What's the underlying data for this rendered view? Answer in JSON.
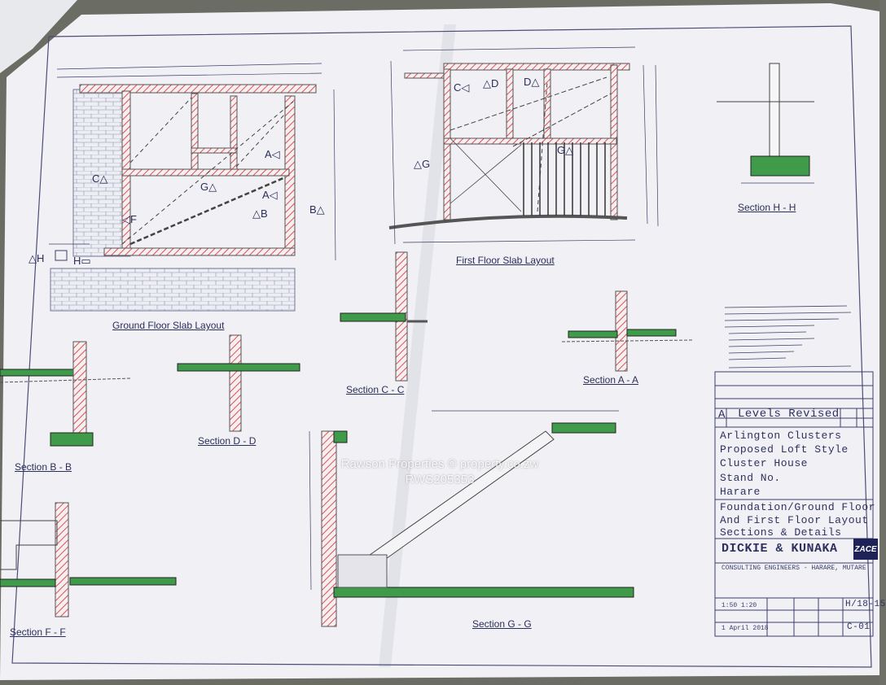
{
  "drawing": {
    "layouts": {
      "ground_floor": "Ground Floor Slab Layout",
      "first_floor": "First Floor Slab Layout",
      "section_hh": "Section H - H"
    },
    "sections": {
      "b": "Section B - B",
      "d": "Section D - D",
      "c": "Section C - C",
      "a": "Section A - A",
      "f": "Section F - F",
      "g": "Section G - G"
    },
    "marks": {
      "A": "A",
      "B": "B",
      "C": "C",
      "D": "D",
      "F": "F",
      "G": "G",
      "H": "H"
    }
  },
  "title_block": {
    "revision_letter": "A",
    "revision_text": "Levels Revised",
    "project_lines": [
      "Arlington Clusters",
      "Proposed Loft Style",
      "Cluster House",
      "Stand No.",
      "Harare"
    ],
    "title_lines": [
      "Foundation/Ground Floor",
      "And First Floor Layout",
      "Sections & Details"
    ],
    "firm": "DICKIE & KUNAKA",
    "firm_sub": "CONSULTING ENGINEERS - HARARE, MUTARE",
    "job_no": "H/18-15",
    "drg_no": "C-01",
    "date": "1 April 2018",
    "scale": "1:50 1:20"
  },
  "watermark": {
    "line1": "Rawson Properties  ©  property.co.zw",
    "line2": "RWS205353"
  },
  "colors": {
    "paper": "#f2f2f6",
    "ink": "#2b2e5a",
    "hatch": "#d9535a",
    "slab": "#3f9a4a"
  }
}
